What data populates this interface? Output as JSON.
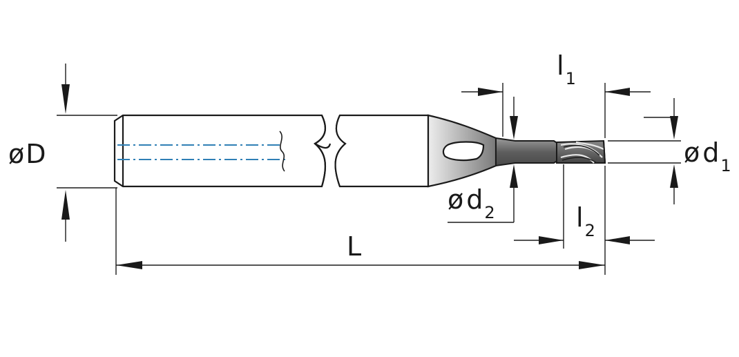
{
  "labels": {
    "D": {
      "prefix": "ø",
      "main": "D"
    },
    "d1": {
      "prefix": "ø",
      "main": "d",
      "sub": "1"
    },
    "d2": {
      "prefix": "ø",
      "main": "d",
      "sub": "2"
    },
    "l1": {
      "main": "l",
      "sub": "1"
    },
    "l2": {
      "main": "l",
      "sub": "2"
    },
    "L": {
      "main": "L"
    }
  },
  "colors": {
    "line": "#1a1a1a",
    "centerline": "#2f7fb5",
    "shank_fill": "#ffffff",
    "steel_light": "#e6e6e6",
    "steel_dark": "#6e6e6e",
    "cutter_dark": "#4f4f4f"
  }
}
